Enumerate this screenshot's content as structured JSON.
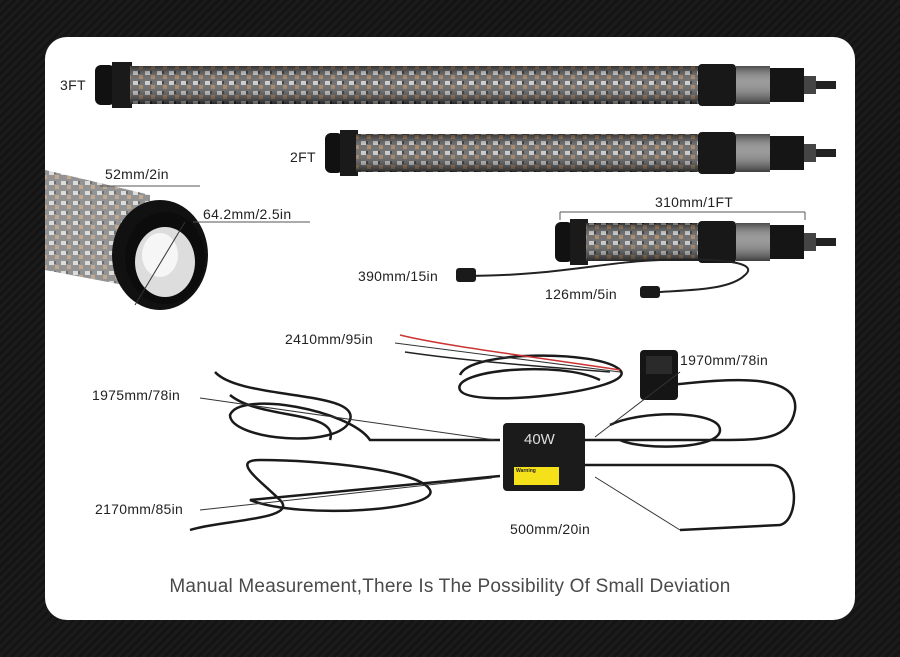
{
  "products": {
    "tube_3ft": {
      "label": "3FT"
    },
    "tube_2ft": {
      "label": "2FT"
    },
    "tube_1ft": {
      "label": "310mm/1FT"
    }
  },
  "dimensions": {
    "tube_diameter": "52mm/2in",
    "head_diameter": "64.2mm/2.5in",
    "lead_cable": "390mm/15in",
    "pigtail_cable": "126mm/5in",
    "battery_cable": "2410mm/95in",
    "switch_cable": "1970mm/78in",
    "left_output_cable": "1975mm/78in",
    "bottom_output_cable": "2170mm/85in",
    "remote_cable": "500mm/20in"
  },
  "controller": {
    "wattage": "40W",
    "warning_label": "Warning"
  },
  "caption": "Manual Measurement,There Is The Possibility Of Small Deviation",
  "colors": {
    "panel": "#ffffff",
    "background": "#1a1a1a",
    "text": "#222222",
    "caption": "#4a4a4a",
    "warning": "#f5e11a"
  }
}
